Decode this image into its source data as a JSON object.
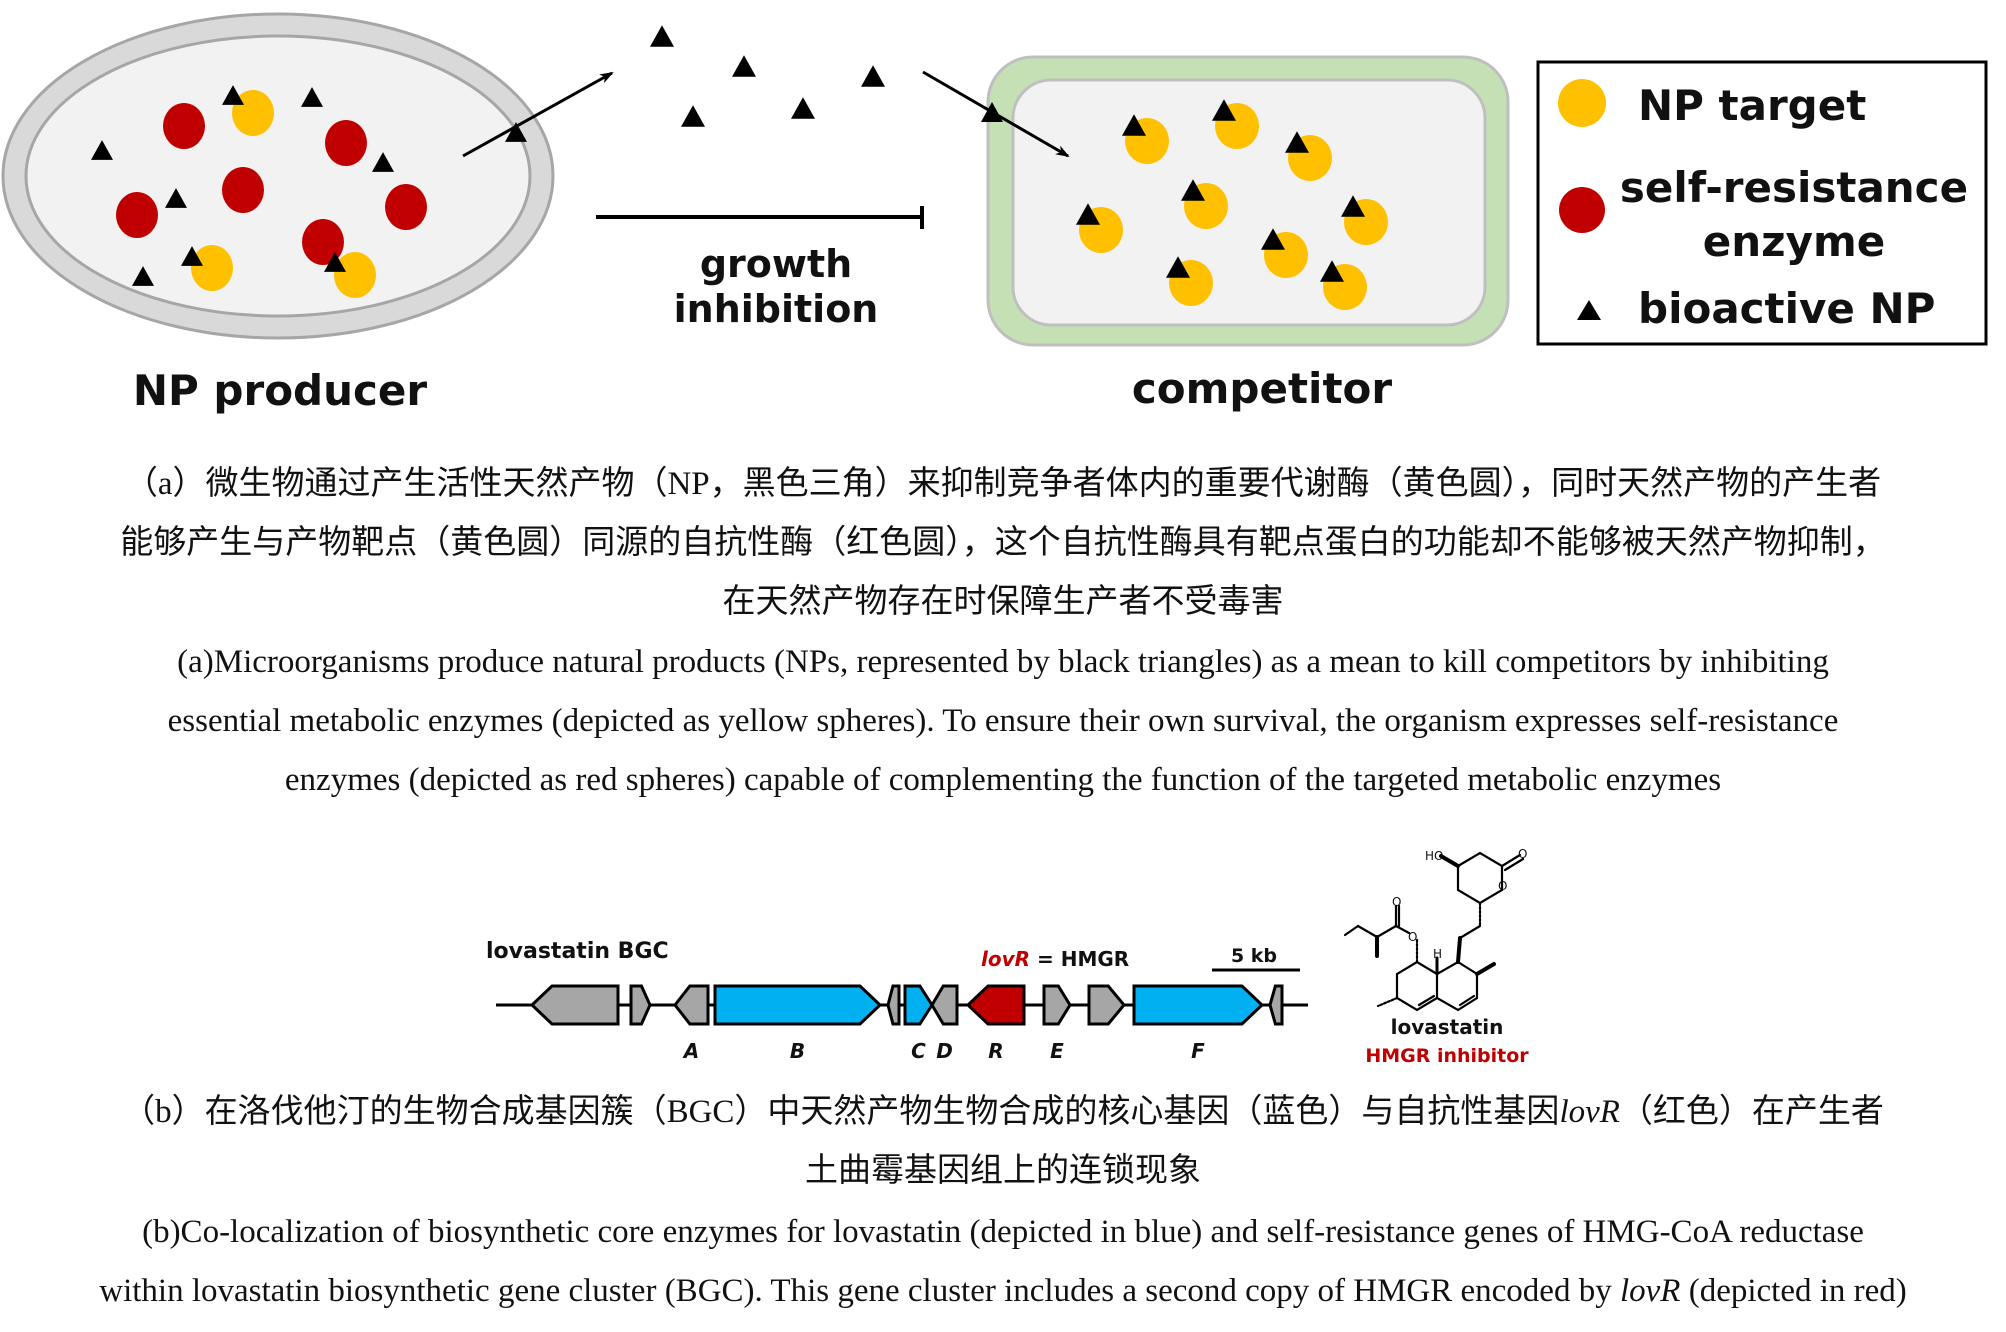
{
  "panel_a": {
    "producer_label": "NP producer",
    "competitor_label": "competitor",
    "inhibition_label_line1": "growth",
    "inhibition_label_line2": "inhibition",
    "legend": {
      "items": [
        {
          "icon": "yellow-circle-icon",
          "label": "NP target",
          "color": "#FFC000"
        },
        {
          "icon": "red-circle-icon",
          "label_line1": "self-resistance",
          "label_line2": "enzyme",
          "color": "#C00000"
        },
        {
          "icon": "black-triangle-icon",
          "label": "bioactive NP",
          "color": "#000000"
        }
      ]
    },
    "colors": {
      "np_target": "#FFC000",
      "self_resistance": "#C00000",
      "bioactive_np": "#000000",
      "producer_wall": "#D9D9D9",
      "producer_wall_stroke": "#A6A6A6",
      "cytoplasm": "#F2F2F2",
      "competitor_wall": "#C5E0B4"
    },
    "caption_zh": [
      "（a）微生物通过产生活性天然产物（NP，黑色三角）来抑制竞争者体内的重要代谢酶（黄色圆），同时天然产物的产生者",
      "能够产生与产物靶点（黄色圆）同源的自抗性酶（红色圆），这个自抗性酶具有靶点蛋白的功能却不能够被天然产物抑制，",
      "在天然产物存在时保障生产者不受毒害"
    ],
    "caption_en": [
      "(a)Microorganisms produce natural products (NPs, represented by black triangles) as a mean to kill competitors by inhibiting",
      "essential metabolic enzymes (depicted as yellow spheres). To ensure their own survival, the organism expresses self-resistance",
      "enzymes (depicted as red spheres) capable of complementing the function of the targeted metabolic enzymes"
    ]
  },
  "panel_b": {
    "bgc_title": "lovastatin BGC",
    "lovR_label": "lovR",
    "lovR_eq": " = HMGR",
    "scale_label": "5 kb",
    "compound_name": "lovastatin",
    "compound_role": "HMGR inhibitor",
    "colors": {
      "core_gene": "#00B0F0",
      "resistance_gene": "#C00000",
      "other_gene": "#A6A6A6"
    },
    "genes": [
      {
        "label": "",
        "type": "other",
        "strand": "-"
      },
      {
        "label": "",
        "type": "other",
        "strand": "+"
      },
      {
        "label": "A",
        "type": "other",
        "strand": "-"
      },
      {
        "label": "B",
        "type": "core",
        "strand": "+"
      },
      {
        "label": "",
        "type": "other",
        "strand": "-"
      },
      {
        "label": "C",
        "type": "core",
        "strand": "+"
      },
      {
        "label": "D",
        "type": "other",
        "strand": "-"
      },
      {
        "label": "R",
        "type": "resistance",
        "strand": "-"
      },
      {
        "label": "E",
        "type": "other",
        "strand": "+"
      },
      {
        "label": "",
        "type": "other",
        "strand": "+"
      },
      {
        "label": "F",
        "type": "core",
        "strand": "+"
      },
      {
        "label": "",
        "type": "other",
        "strand": "-"
      }
    ],
    "structure_atoms": {
      "ho": "HO",
      "o1": "O",
      "o2": "O",
      "o3": "O",
      "o4": "O",
      "h": "H"
    },
    "caption_zh_line1_pre": "（b）在洛伐他汀的生物合成基因簇（BGC）中天然产物生物合成的核心基因（蓝色）与自抗性基因",
    "caption_zh_line1_it": "lovR",
    "caption_zh_line1_post": "（红色）在产生者",
    "caption_zh_line2": "土曲霉基因组上的连锁现象",
    "caption_en_line1": "(b)Co-localization of biosynthetic core enzymes for lovastatin (depicted in blue) and self-resistance genes of HMG-CoA reductase",
    "caption_en_line2_pre": "within lovastatin biosynthetic gene cluster (BGC). This gene cluster includes a second copy of HMGR encoded by ",
    "caption_en_line2_it": "lovR",
    "caption_en_line2_post": " (depicted in red)"
  }
}
